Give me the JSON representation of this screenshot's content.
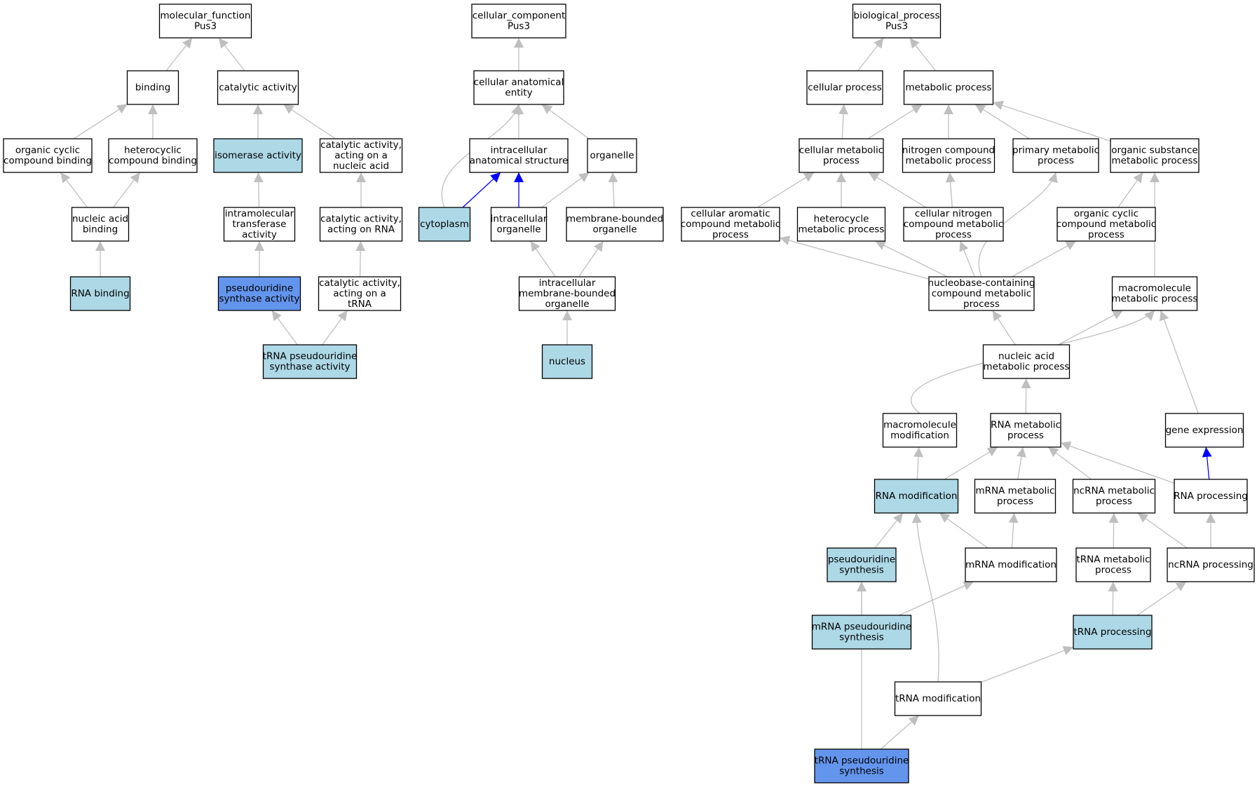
{
  "colors": {
    "plain": "#ffffff",
    "light": "#add8e6",
    "strong": "#6495ed",
    "edge": "#bfbfbf",
    "edge_highlight": "#0000ff"
  },
  "nodes": [
    {
      "id": "mf",
      "lines": [
        "molecular_function",
        "Pus3"
      ],
      "fill": "plain"
    },
    {
      "id": "binding",
      "lines": [
        "binding"
      ],
      "fill": "plain"
    },
    {
      "id": "cat",
      "lines": [
        "catalytic activity"
      ],
      "fill": "plain"
    },
    {
      "id": "ocb",
      "lines": [
        "organic cyclic",
        "compound binding"
      ],
      "fill": "plain"
    },
    {
      "id": "hcb",
      "lines": [
        "heterocyclic",
        "compound binding"
      ],
      "fill": "plain"
    },
    {
      "id": "iso",
      "lines": [
        "isomerase activity"
      ],
      "fill": "light"
    },
    {
      "id": "catna",
      "lines": [
        "catalytic activity,",
        "acting on a",
        "nucleic acid"
      ],
      "fill": "plain"
    },
    {
      "id": "nab",
      "lines": [
        "nucleic acid",
        "binding"
      ],
      "fill": "plain"
    },
    {
      "id": "imt",
      "lines": [
        "intramolecular",
        "transferase",
        "activity"
      ],
      "fill": "plain"
    },
    {
      "id": "catrna",
      "lines": [
        "catalytic activity,",
        "acting on RNA"
      ],
      "fill": "plain"
    },
    {
      "id": "rnab",
      "lines": [
        "RNA binding"
      ],
      "fill": "light"
    },
    {
      "id": "psa",
      "lines": [
        "pseudouridine",
        "synthase activity"
      ],
      "fill": "strong"
    },
    {
      "id": "cattrna",
      "lines": [
        "catalytic activity,",
        "acting on a",
        "tRNA"
      ],
      "fill": "plain"
    },
    {
      "id": "tpsa",
      "lines": [
        "tRNA pseudouridine",
        "synthase activity"
      ],
      "fill": "light"
    },
    {
      "id": "cc",
      "lines": [
        "cellular_component",
        "Pus3"
      ],
      "fill": "plain"
    },
    {
      "id": "cae",
      "lines": [
        "cellular anatomical",
        "entity"
      ],
      "fill": "plain"
    },
    {
      "id": "ias",
      "lines": [
        "intracellular",
        "anatomical structure"
      ],
      "fill": "plain"
    },
    {
      "id": "org",
      "lines": [
        "organelle"
      ],
      "fill": "plain"
    },
    {
      "id": "cyto",
      "lines": [
        "cytoplasm"
      ],
      "fill": "light"
    },
    {
      "id": "io",
      "lines": [
        "intracellular",
        "organelle"
      ],
      "fill": "plain"
    },
    {
      "id": "mbo",
      "lines": [
        "membrane-bounded",
        "organelle"
      ],
      "fill": "plain"
    },
    {
      "id": "imbo",
      "lines": [
        "intracellular",
        "membrane-bounded",
        "organelle"
      ],
      "fill": "plain"
    },
    {
      "id": "nuc",
      "lines": [
        "nucleus"
      ],
      "fill": "light"
    },
    {
      "id": "bp",
      "lines": [
        "biological_process",
        "Pus3"
      ],
      "fill": "plain"
    },
    {
      "id": "cp",
      "lines": [
        "cellular process"
      ],
      "fill": "plain"
    },
    {
      "id": "mp",
      "lines": [
        "metabolic process"
      ],
      "fill": "plain"
    },
    {
      "id": "cmp",
      "lines": [
        "cellular metabolic",
        "process"
      ],
      "fill": "plain"
    },
    {
      "id": "ncmp",
      "lines": [
        "nitrogen compound",
        "metabolic process"
      ],
      "fill": "plain"
    },
    {
      "id": "pmp",
      "lines": [
        "primary metabolic",
        "process"
      ],
      "fill": "plain"
    },
    {
      "id": "osmp",
      "lines": [
        "organic substance",
        "metabolic process"
      ],
      "fill": "plain"
    },
    {
      "id": "cacmp",
      "lines": [
        "cellular aromatic",
        "compound metabolic",
        "process"
      ],
      "fill": "plain"
    },
    {
      "id": "hmp",
      "lines": [
        "heterocycle",
        "metabolic process"
      ],
      "fill": "plain"
    },
    {
      "id": "cncmp",
      "lines": [
        "cellular nitrogen",
        "compound metabolic",
        "process"
      ],
      "fill": "plain"
    },
    {
      "id": "occmp",
      "lines": [
        "organic cyclic",
        "compound metabolic",
        "process"
      ],
      "fill": "plain"
    },
    {
      "id": "nbccmp",
      "lines": [
        "nucleobase-containing",
        "compound metabolic",
        "process"
      ],
      "fill": "plain"
    },
    {
      "id": "mmp",
      "lines": [
        "macromolecule",
        "metabolic process"
      ],
      "fill": "plain"
    },
    {
      "id": "namp",
      "lines": [
        "nucleic acid",
        "metabolic process"
      ],
      "fill": "plain"
    },
    {
      "id": "mm",
      "lines": [
        "macromolecule",
        "modification"
      ],
      "fill": "plain"
    },
    {
      "id": "rmp",
      "lines": [
        "RNA metabolic",
        "process"
      ],
      "fill": "plain"
    },
    {
      "id": "ge",
      "lines": [
        "gene expression"
      ],
      "fill": "plain"
    },
    {
      "id": "rmod",
      "lines": [
        "RNA modification"
      ],
      "fill": "light"
    },
    {
      "id": "mrmp",
      "lines": [
        "mRNA metabolic",
        "process"
      ],
      "fill": "plain"
    },
    {
      "id": "ncrmp",
      "lines": [
        "ncRNA metabolic",
        "process"
      ],
      "fill": "plain"
    },
    {
      "id": "rproc",
      "lines": [
        "RNA processing"
      ],
      "fill": "plain"
    },
    {
      "id": "ps",
      "lines": [
        "pseudouridine",
        "synthesis"
      ],
      "fill": "light"
    },
    {
      "id": "mrmod",
      "lines": [
        "mRNA modification"
      ],
      "fill": "plain"
    },
    {
      "id": "trmp",
      "lines": [
        "tRNA metabolic",
        "process"
      ],
      "fill": "plain"
    },
    {
      "id": "ncproc",
      "lines": [
        "ncRNA processing"
      ],
      "fill": "plain"
    },
    {
      "id": "mps",
      "lines": [
        "mRNA pseudouridine",
        "synthesis"
      ],
      "fill": "light"
    },
    {
      "id": "tproc",
      "lines": [
        "tRNA processing"
      ],
      "fill": "light"
    },
    {
      "id": "tmod",
      "lines": [
        "tRNA modification"
      ],
      "fill": "plain"
    },
    {
      "id": "tps",
      "lines": [
        "tRNA pseudouridine",
        "synthesis"
      ],
      "fill": "strong"
    }
  ],
  "edges": [
    {
      "from": "binding",
      "to": "mf"
    },
    {
      "from": "cat",
      "to": "mf"
    },
    {
      "from": "ocb",
      "to": "binding"
    },
    {
      "from": "hcb",
      "to": "binding"
    },
    {
      "from": "iso",
      "to": "cat"
    },
    {
      "from": "catna",
      "to": "cat"
    },
    {
      "from": "nab",
      "to": "ocb"
    },
    {
      "from": "nab",
      "to": "hcb"
    },
    {
      "from": "imt",
      "to": "iso"
    },
    {
      "from": "catrna",
      "to": "catna"
    },
    {
      "from": "rnab",
      "to": "nab"
    },
    {
      "from": "psa",
      "to": "imt"
    },
    {
      "from": "cattrna",
      "to": "catrna"
    },
    {
      "from": "tpsa",
      "to": "psa"
    },
    {
      "from": "tpsa",
      "to": "cattrna"
    },
    {
      "from": "cae",
      "to": "cc"
    },
    {
      "from": "ias",
      "to": "cae"
    },
    {
      "from": "org",
      "to": "cae"
    },
    {
      "from": "cyto",
      "to": "cae",
      "curve": true
    },
    {
      "from": "cyto",
      "to": "ias",
      "highlight": true
    },
    {
      "from": "io",
      "to": "ias",
      "highlight": true
    },
    {
      "from": "io",
      "to": "org"
    },
    {
      "from": "mbo",
      "to": "org"
    },
    {
      "from": "imbo",
      "to": "io"
    },
    {
      "from": "imbo",
      "to": "mbo"
    },
    {
      "from": "nuc",
      "to": "imbo"
    },
    {
      "from": "cp",
      "to": "bp"
    },
    {
      "from": "mp",
      "to": "bp"
    },
    {
      "from": "cmp",
      "to": "cp"
    },
    {
      "from": "cmp",
      "to": "mp"
    },
    {
      "from": "ncmp",
      "to": "mp"
    },
    {
      "from": "pmp",
      "to": "mp"
    },
    {
      "from": "osmp",
      "to": "mp"
    },
    {
      "from": "cacmp",
      "to": "cmp"
    },
    {
      "from": "hmp",
      "to": "cmp"
    },
    {
      "from": "cncmp",
      "to": "cmp"
    },
    {
      "from": "cncmp",
      "to": "ncmp"
    },
    {
      "from": "occmp",
      "to": "osmp"
    },
    {
      "from": "nbccmp",
      "to": "cacmp"
    },
    {
      "from": "nbccmp",
      "to": "hmp"
    },
    {
      "from": "nbccmp",
      "to": "cncmp"
    },
    {
      "from": "nbccmp",
      "to": "pmp",
      "curve": true
    },
    {
      "from": "nbccmp",
      "to": "occmp"
    },
    {
      "from": "mmp",
      "to": "osmp",
      "curve": true
    },
    {
      "from": "namp",
      "to": "nbccmp"
    },
    {
      "from": "namp",
      "to": "mmp"
    },
    {
      "from": "mm",
      "to": "mmp",
      "curve": true
    },
    {
      "from": "rmp",
      "to": "namp"
    },
    {
      "from": "ge",
      "to": "mmp"
    },
    {
      "from": "rmod",
      "to": "mm"
    },
    {
      "from": "rmod",
      "to": "rmp"
    },
    {
      "from": "mrmp",
      "to": "rmp"
    },
    {
      "from": "ncrmp",
      "to": "rmp"
    },
    {
      "from": "rproc",
      "to": "rmp"
    },
    {
      "from": "rproc",
      "to": "ge",
      "highlight": true
    },
    {
      "from": "ps",
      "to": "rmod"
    },
    {
      "from": "mrmod",
      "to": "rmod"
    },
    {
      "from": "mrmod",
      "to": "mrmp"
    },
    {
      "from": "trmp",
      "to": "ncrmp"
    },
    {
      "from": "ncproc",
      "to": "ncrmp"
    },
    {
      "from": "ncproc",
      "to": "rproc"
    },
    {
      "from": "mps",
      "to": "ps"
    },
    {
      "from": "mps",
      "to": "mrmod"
    },
    {
      "from": "tproc",
      "to": "trmp"
    },
    {
      "from": "tproc",
      "to": "ncproc"
    },
    {
      "from": "tmod",
      "to": "rmod",
      "curve": true
    },
    {
      "from": "tmod",
      "to": "tproc"
    },
    {
      "from": "tps",
      "to": "tmod"
    },
    {
      "from": "tps",
      "to": "ps",
      "curve": true
    }
  ]
}
